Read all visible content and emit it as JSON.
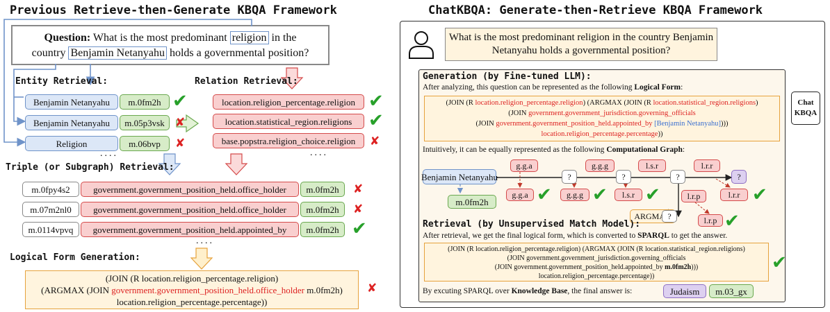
{
  "left": {
    "title": "Previous Retrieve-then-Generate KBQA Framework",
    "question_prefix": "Question:",
    "question_line1": " What is the most predominant ",
    "question_religion": "religion",
    "question_line1_end": " in the",
    "question_line2_start": "country ",
    "question_entity": "Benjamin Netanyahu",
    "question_line2_end": " holds a governmental position?",
    "entity_header": "Entity Retrieval:",
    "relation_header": "Relation Retrieval:",
    "entities": [
      {
        "name": "Benjamin Netanyahu",
        "id": "m.0fm2h",
        "correct": true
      },
      {
        "name": "Benjamin Netanyahu",
        "id": "m.05p3vsk",
        "correct": false
      },
      {
        "name": "Religion",
        "id": "m.06bvp",
        "correct": false
      }
    ],
    "relations": [
      {
        "name": "location.religion_percentage.religion",
        "correct": true
      },
      {
        "name": "location.statistical_region.religions",
        "correct": true
      },
      {
        "name": "base.popstra.religion_choice.religion",
        "correct": false
      }
    ],
    "dots": "....",
    "triple_header": "Triple (or Subgraph) Retrieval:",
    "triples": [
      {
        "head": "m.0fpy4s2",
        "rel": "government.government_position_held.office_holder",
        "tail": "m.0fm2h",
        "correct": false
      },
      {
        "head": "m.07m2nl0",
        "rel": "government.government_position_held.office_holder",
        "tail": "m.0fm2h",
        "correct": false
      },
      {
        "head": "m.0114vpvq",
        "rel": "government.government_position_held.appointed_by",
        "tail": "m.0fm2h",
        "correct": true
      }
    ],
    "lf_header": "Logical Form Generation:",
    "lf_line1": "(JOIN (R location.religion_percentage.religion)",
    "lf_line2_a": "(ARGMAX (JOIN ",
    "lf_line2_red": "government.government_position_held.office_holder",
    "lf_line2_b": " m.0fm2h)",
    "lf_line3": "location.religion_percentage.percentage))"
  },
  "right": {
    "title": "ChatKBQA: Generate-then-Retrieve KBQA Framework",
    "question_line1": "What is the most predominant religion in the country Benjamin",
    "question_line2": "Netanyahu holds a governmental position?",
    "chat_label_1": "Chat",
    "chat_label_2": "KBQA",
    "gen_header": "Generation (by Fine-tuned LLM):",
    "gen_text_a": "After analyzing, this question can be represented as the following ",
    "gen_text_b": "Logical Form",
    "gen_text_c": ":",
    "lf1": {
      "l1a": "(JOIN (R ",
      "l1r1": "location.religion_percentage.religion",
      "l1b": ") (ARGMAX (JOIN (R ",
      "l1r2": "location.statistical_region.religions",
      "l1c": ")",
      "l2a": "(JOIN ",
      "l2r": "government.government_jurisdiction.governing_officials",
      "l3a": "(JOIN ",
      "l3r": "government.government_position_held.appointed_by",
      "l3b": " ",
      "l3bl": "[Benjamin Netanyahu]",
      "l3c": ")))",
      "l4r": "location.religion_percentage.percentage",
      "l4c": "))"
    },
    "graph_text_a": "Intuitively, it can be equally represented as the following ",
    "graph_text_b": "Computational Graph",
    "graph_text_c": ":",
    "graph": {
      "entity": "Benjamin Netanyahu",
      "entity_id": "m.0fm2h",
      "top": [
        "g.g.a",
        "g.g.g",
        "l.s.r",
        "l.r.r"
      ],
      "q": "?",
      "bottom": [
        "g.g.a",
        "g.g.g",
        "l.s.r",
        "l.r.r"
      ],
      "lrp": "l.r.p",
      "argmax": "ARGMAX"
    },
    "ret_header": "Retrieval (by Unsupervised Match Model):",
    "ret_text_a": "After retrieval, we get the final logical form, which is converted to ",
    "ret_text_b": "SPARQL",
    "ret_text_c": " to get the answer.",
    "lf2": {
      "l1": "(JOIN (R location.religion_percentage.religion) (ARGMAX (JOIN (R location.statistical_region.religions)",
      "l2": "(JOIN government.government_jurisdiction.governing_officials",
      "l3a": "(JOIN government.government_position_held.appointed_by ",
      "l3b": "m.0fm2h",
      "l3c": ")))",
      "l4": "location.religion_percentage.percentage))"
    },
    "final_a": "By excuting SPARQL over ",
    "final_b": "Knowledge Base",
    "final_c": ", the final answer is:",
    "answer": "Judaism",
    "answer_id": "m.03_gx"
  },
  "colors": {
    "blue": "#6f93c9",
    "green": "#6aa84f",
    "red": "#d44a4a",
    "orange": "#e6a23c",
    "purple": "#8e6fc4"
  }
}
